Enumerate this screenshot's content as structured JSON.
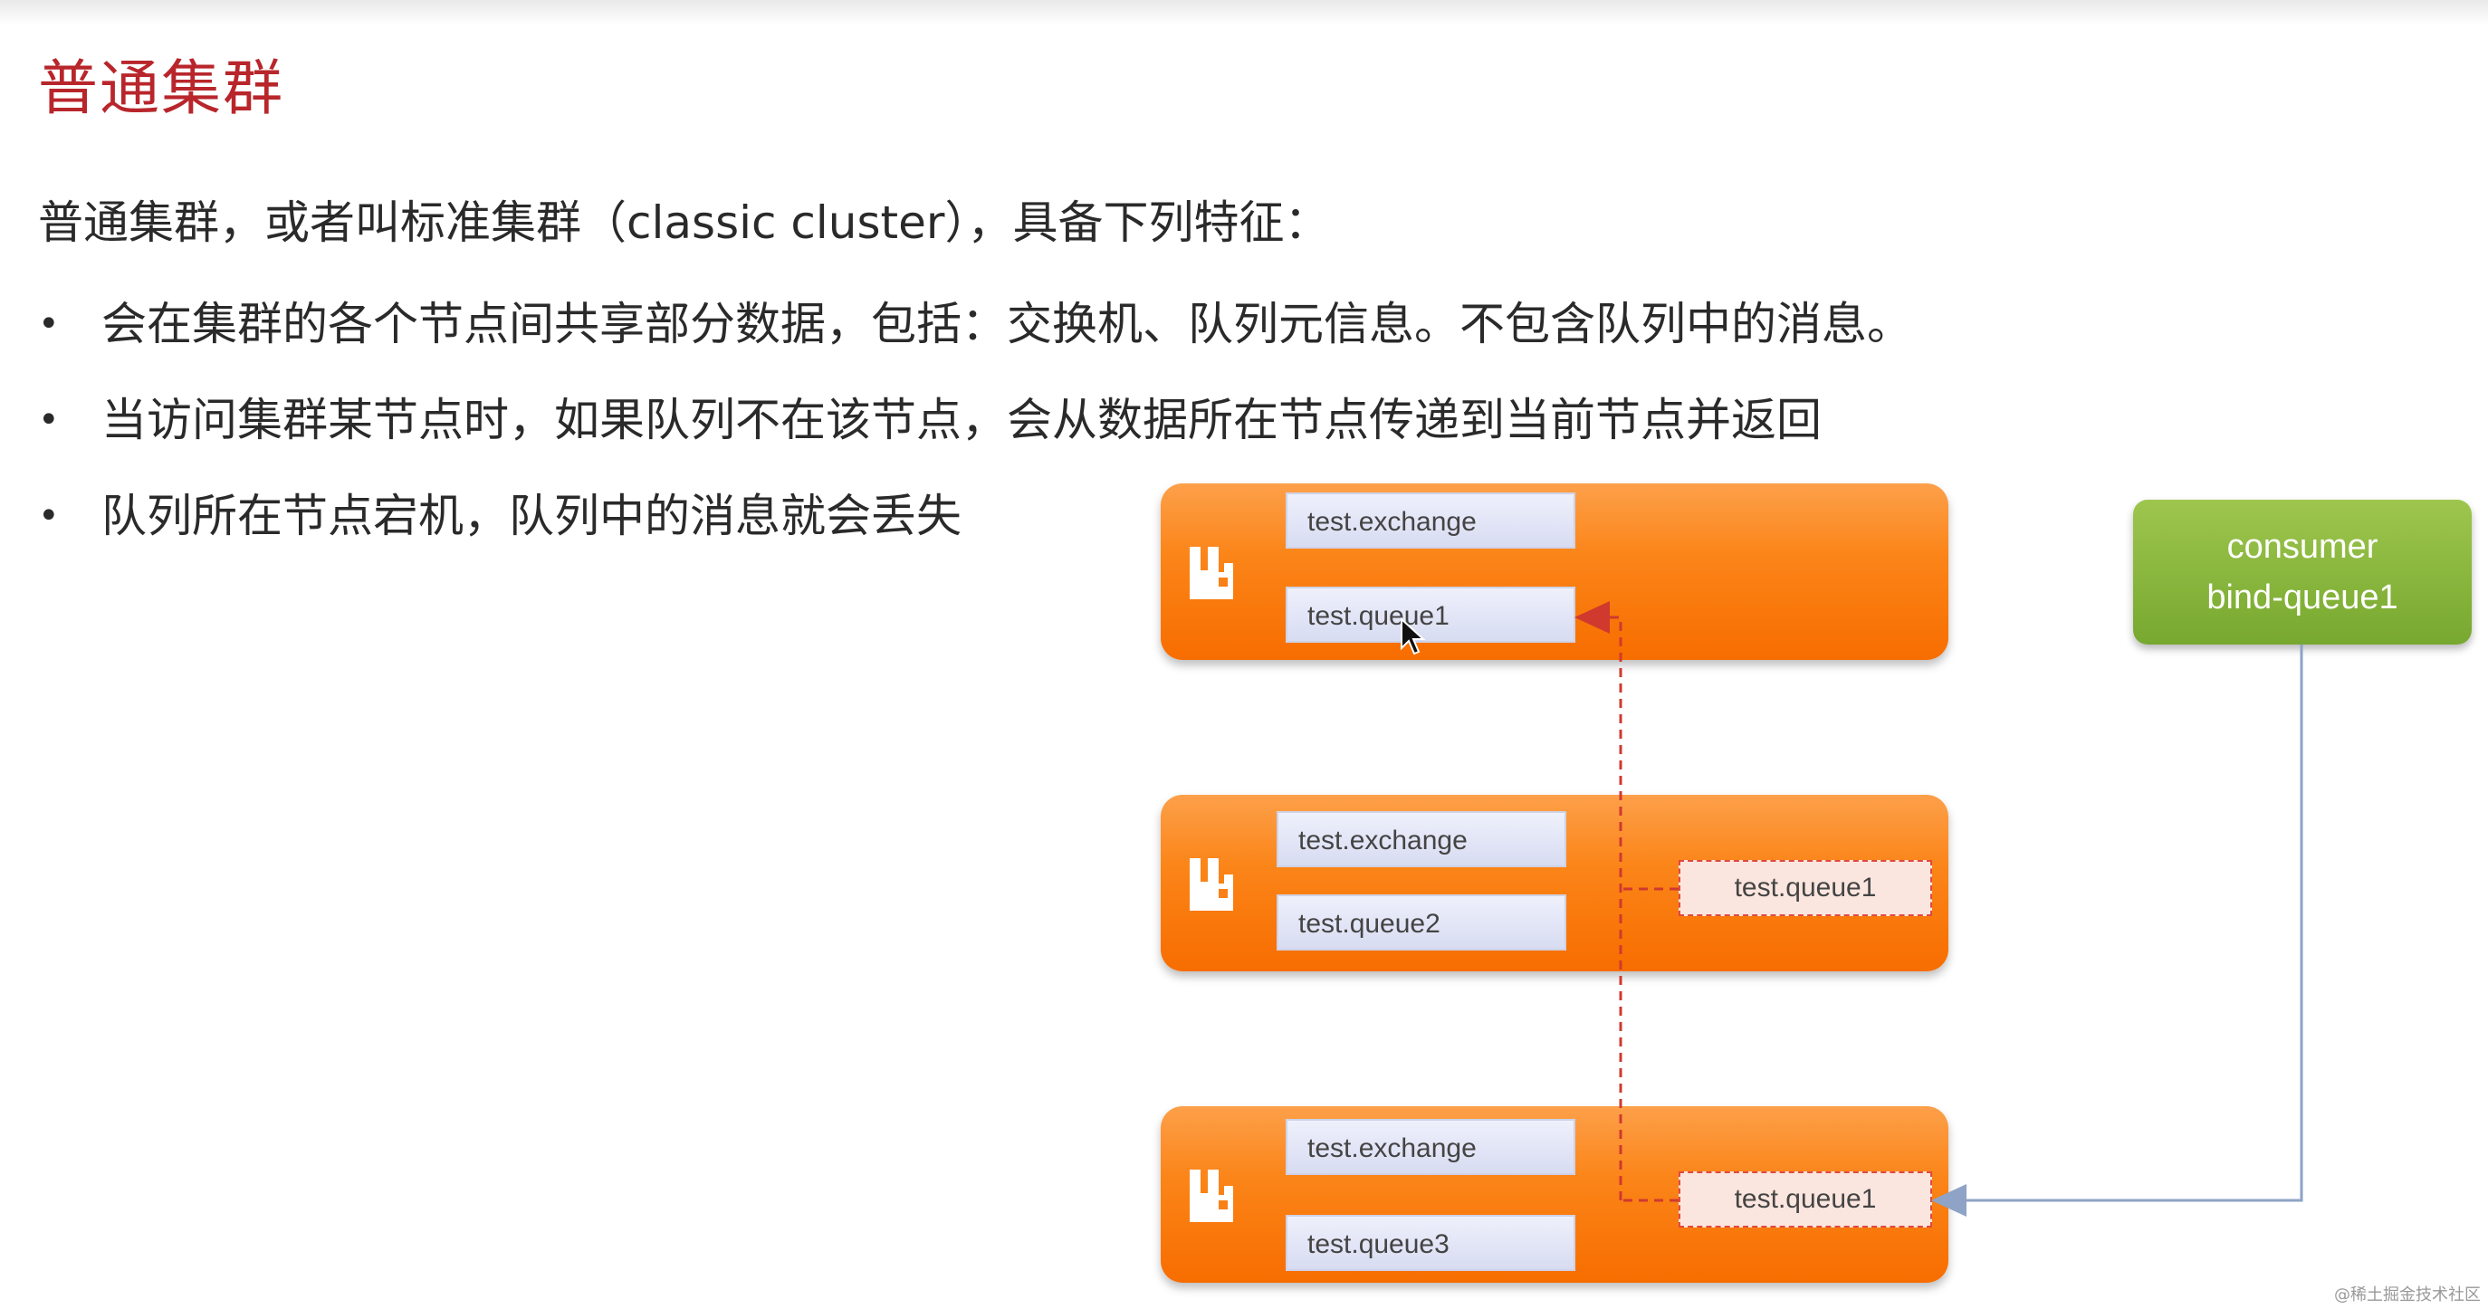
{
  "title": "普通集群",
  "intro": "普通集群，或者叫标准集群（classic cluster），具备下列特征：",
  "bullets": [
    "会在集群的各个节点间共享部分数据，包括：交换机、队列元信息。不包含队列中的消息。",
    "当访问集群某节点时，如果队列不在该节点，会从数据所在节点传递到当前节点并返回",
    "队列所在节点宕机，队列中的消息就会丢失"
  ],
  "bullet_symbol": "•",
  "nodes": [
    {
      "exchange": "test.exchange",
      "queue": "test.queue1"
    },
    {
      "exchange": "test.exchange",
      "queue": "test.queue2",
      "remote_queue": "test.queue1"
    },
    {
      "exchange": "test.exchange",
      "queue": "test.queue3",
      "remote_queue": "test.queue1"
    }
  ],
  "consumer": {
    "line1": "consumer",
    "line2": "bind-queue1"
  },
  "watermark": "@稀土掘金技术社区",
  "colors": {
    "title": "#b8262b",
    "node_orange": "#fb8519",
    "consumer_green": "#86b63c",
    "dashed_link": "#d0392e",
    "consumer_link": "#8ea3c6"
  },
  "icons": {
    "node_logo": "rabbitmq-logo-icon",
    "cursor": "mouse-pointer-icon"
  }
}
